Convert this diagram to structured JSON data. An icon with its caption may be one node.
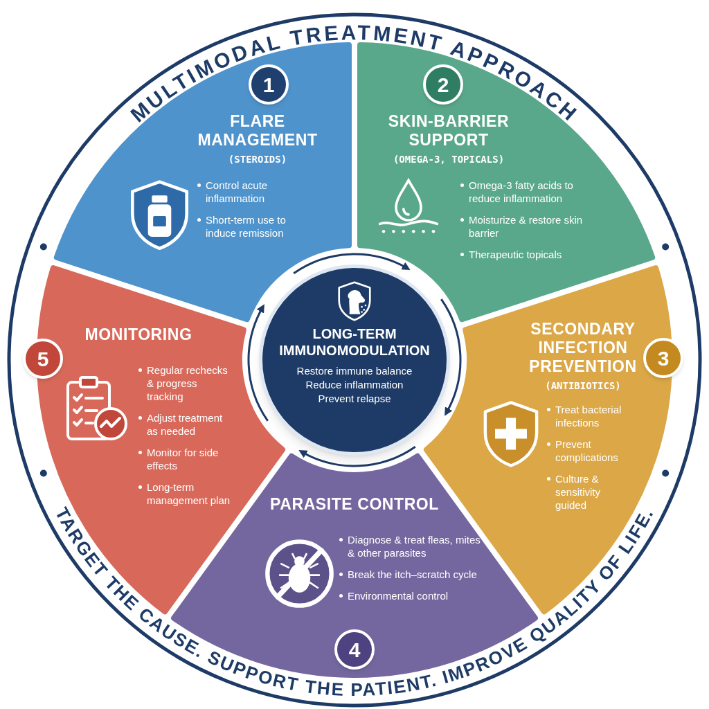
{
  "diagram": {
    "title": "MULTIMODAL TREATMENT APPROACH",
    "caption": "TARGET THE CAUSE. SUPPORT THE PATIENT. IMPROVE QUALITY OF LIFE.",
    "nodes": [
      {
        "text": [
          "1",
          "FLARE MANAGEMENT",
          "(STEROIDS)",
          "Control acute inflammation",
          "Short-term use to induce remission"
        ]
      },
      {
        "text": [
          "2",
          "SKIN-BARRIER SUPPORT",
          "(OMEGA-3, TOPICALS)",
          "Omega-3 fatty acids to reduce inflammation",
          "Moisturize & restore skin barrier",
          "Therapeutic topicals"
        ]
      },
      {
        "text": [
          "3",
          "SECONDARY INFECTION PREVENTION",
          "(ANTIBIOTICS)",
          "Treat bacterial infections",
          "Prevent complications",
          "Culture & sensitivity guided"
        ]
      },
      {
        "text": [
          "PARASITE CONTROL",
          "Diagnose & treat fleas, mites & other parasites",
          "Break the itch–scratch cycle",
          "Environmental control",
          "4"
        ]
      },
      {
        "text": [
          "5",
          "MONITORING",
          "Regular rechecks & progress tracking",
          "Adjust treatment as needed",
          "Monitor for side effects",
          "Long-term management plan"
        ]
      },
      {
        "text": [
          "LONG-TERM IMMUNOMODULATION",
          "Restore immune balance",
          "Reduce inflammation",
          "Prevent relapse"
        ]
      }
    ]
  }
}
